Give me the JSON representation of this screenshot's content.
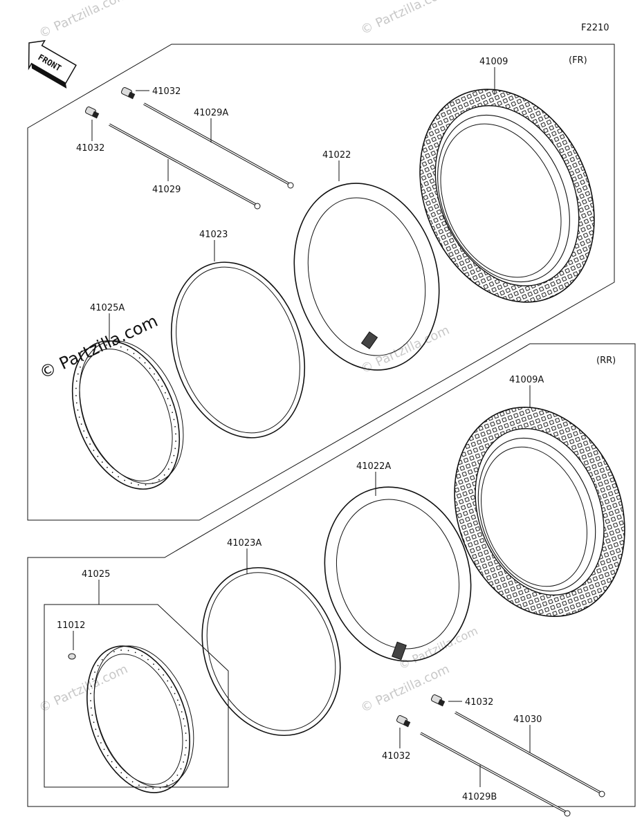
{
  "diagram_id": "F2210",
  "front_arrow_label": "FRONT",
  "sections": {
    "front": "(FR)",
    "rear": "(RR)"
  },
  "parts": {
    "p41009": "41009",
    "p41032_a": "41032",
    "p41032_b": "41032",
    "p41029A": "41029A",
    "p41029": "41029",
    "p41022": "41022",
    "p41023": "41023",
    "p41025A": "41025A",
    "p41009A": "41009A",
    "p41022A": "41022A",
    "p41023A": "41023A",
    "p41025": "41025",
    "p11012": "11012",
    "p41032_c": "41032",
    "p41032_d": "41032",
    "p41030": "41030",
    "p41029B": "41029B"
  },
  "watermarks": {
    "main": "© Partzilla.com",
    "small": "© Partzilla.com"
  }
}
